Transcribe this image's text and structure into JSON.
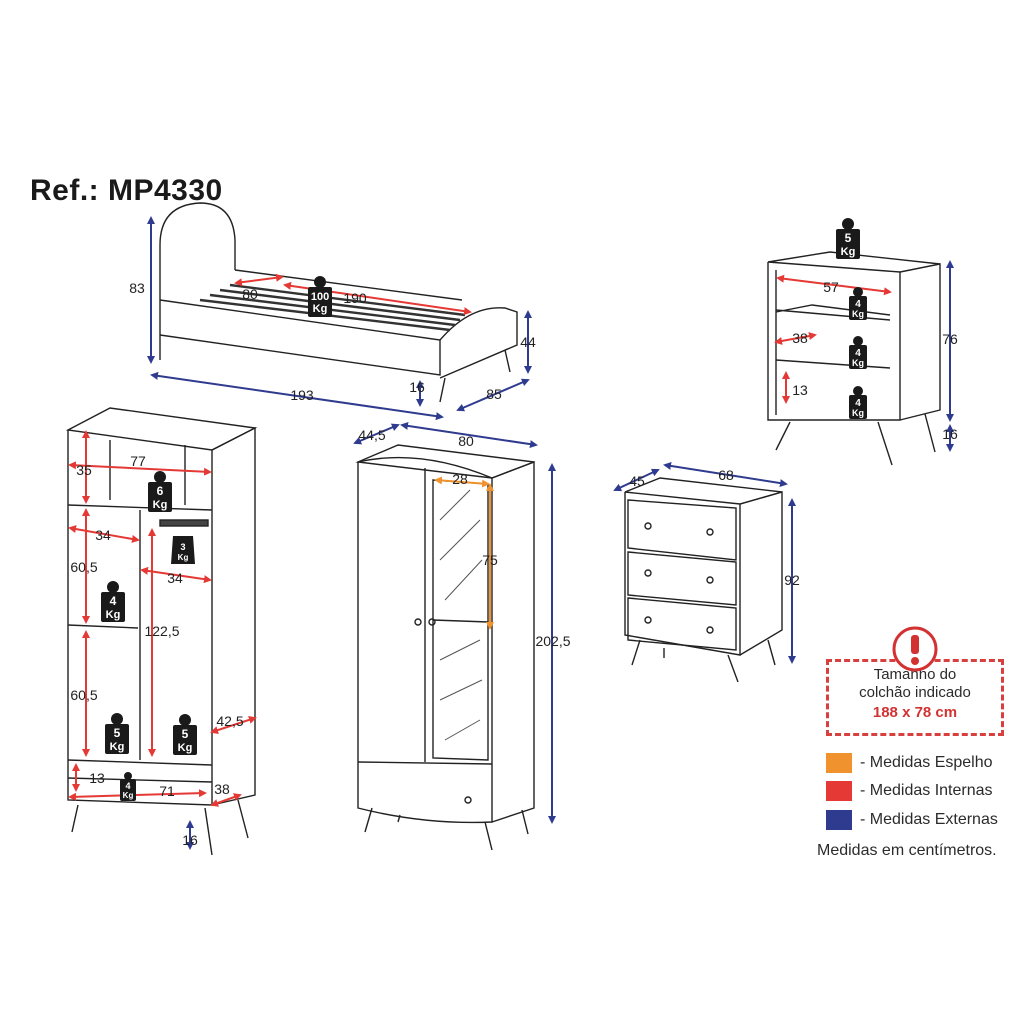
{
  "reference": "Ref.: MP4330",
  "colors": {
    "mirror": "#f0922e",
    "internal": "#e53935",
    "external": "#2f3b8f",
    "outline": "#222222",
    "weight_tag": "#1a1a1a"
  },
  "note": {
    "line1": "Tamanho do",
    "line2": "colchão indicado",
    "size": "188 x 78 cm",
    "icon": "warning-icon"
  },
  "legend": [
    {
      "label": "- Medidas Espelho",
      "color": "#f0922e"
    },
    {
      "label": "- Medidas Internas",
      "color": "#e53935"
    },
    {
      "label": "- Medidas Externas",
      "color": "#2f3b8f"
    }
  ],
  "units_note": "Medidas em centímetros.",
  "weight_unit": "Kg",
  "bed": {
    "dims": {
      "height": "83",
      "internal_width": "80",
      "internal_length": "190",
      "side_height": "44",
      "leg_height": "16",
      "length": "193",
      "width": "85"
    },
    "load": "100"
  },
  "dresser_shelves": {
    "dims": {
      "internal_width": "57",
      "internal_depth": "38",
      "internal_height": "13",
      "height": "76",
      "leg_height": "16"
    },
    "loads": [
      "5",
      "4",
      "4",
      "4"
    ]
  },
  "wardrobe_open": {
    "dims": {
      "top_height": "35",
      "top_width": "77",
      "left_width": "34",
      "right_width": "34",
      "upper_height": "60,5",
      "lower_height": "60,5",
      "hanging_height": "122,5",
      "depth": "42,5",
      "drawer_height": "13",
      "drawer_width": "71",
      "drawer_depth": "38",
      "leg_height": "16"
    },
    "loads": [
      "6",
      "3",
      "4",
      "5",
      "5",
      "4"
    ]
  },
  "wardrobe_closed": {
    "dims": {
      "depth": "44,5",
      "width": "80",
      "mirror_width": "28",
      "mirror_height": "75",
      "height": "202,5"
    }
  },
  "chest": {
    "dims": {
      "depth": "45",
      "width": "68",
      "height": "92"
    }
  }
}
